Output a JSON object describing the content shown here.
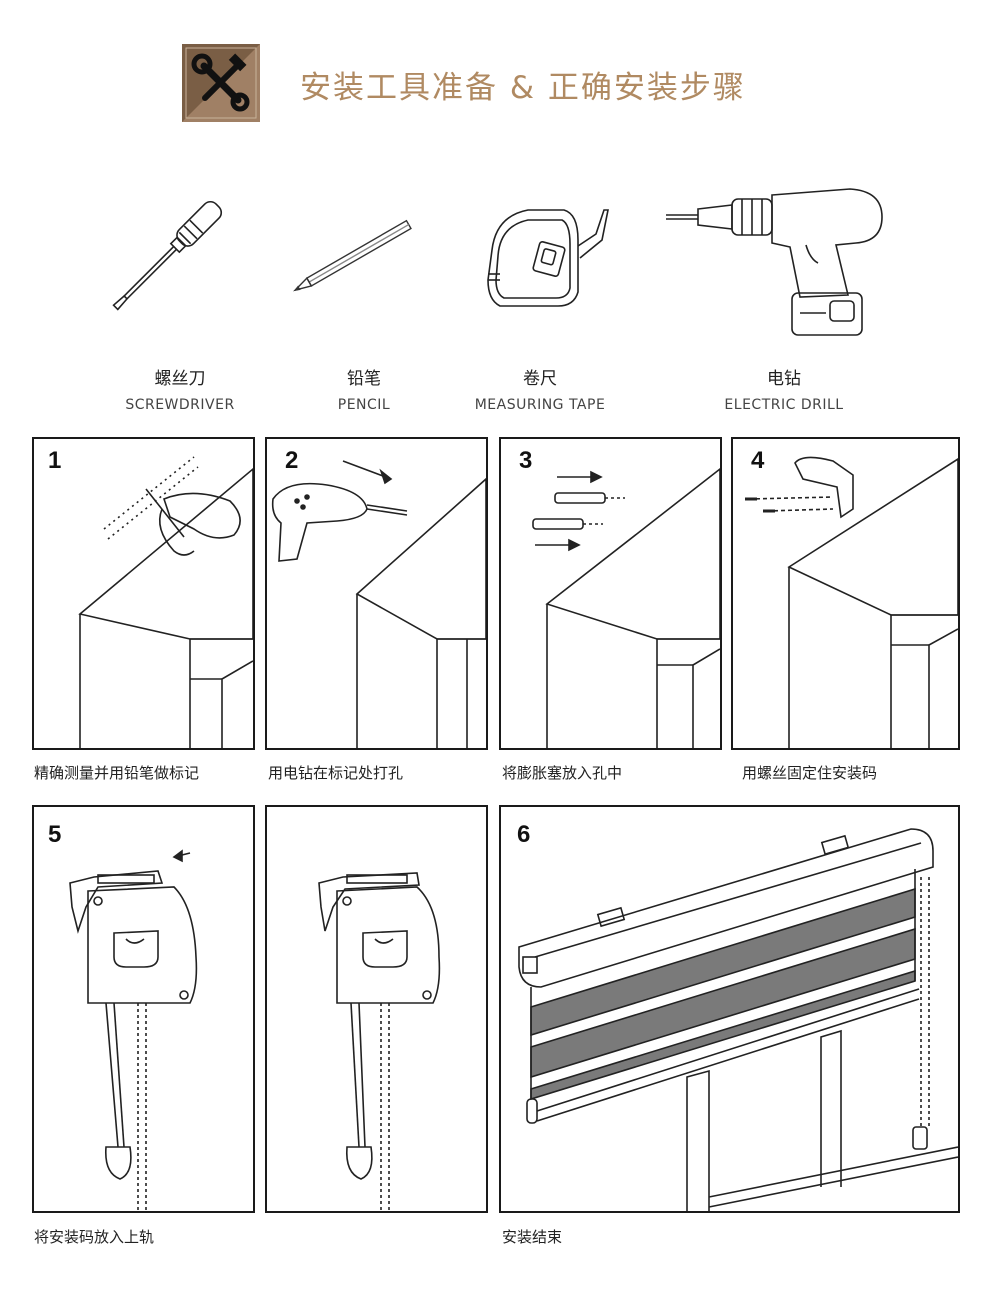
{
  "header": {
    "title": "安装工具准备 & 正确安装步骤",
    "icon": "tools-icon",
    "accent_color": "#b08a62",
    "icon_bg_color": "#7a5e45"
  },
  "tools": [
    {
      "cn": "螺丝刀",
      "en": "SCREWDRIVER",
      "icon": "screwdriver-icon"
    },
    {
      "cn": "铅笔",
      "en": "PENCIL",
      "icon": "pencil-icon"
    },
    {
      "cn": "卷尺",
      "en": "MEASURING TAPE",
      "icon": "measuring-tape-icon"
    },
    {
      "cn": "电钻",
      "en": "ELECTRIC DRILL",
      "icon": "electric-drill-icon"
    }
  ],
  "steps": [
    {
      "number": "1",
      "caption": "精确测量并用铅笔做标记"
    },
    {
      "number": "2",
      "caption": "用电钻在标记处打孔"
    },
    {
      "number": "3",
      "caption": "将膨胀塞放入孔中"
    },
    {
      "number": "4",
      "caption": "用螺丝固定住安装码"
    },
    {
      "number": "5",
      "caption": "将安装码放入上轨"
    },
    {
      "number": "",
      "caption": ""
    },
    {
      "number": "6",
      "caption": "安装结束"
    }
  ]
}
